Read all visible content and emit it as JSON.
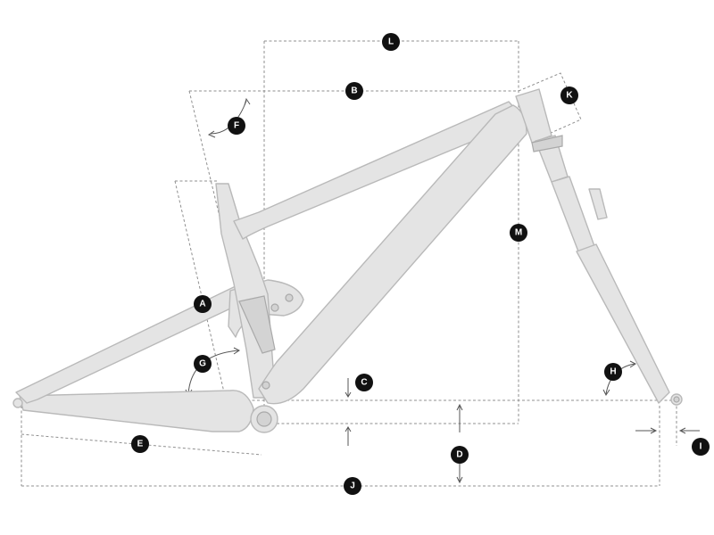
{
  "labels": {
    "A": "A",
    "B": "B",
    "C": "C",
    "D": "D",
    "E": "E",
    "F": "F",
    "G": "G",
    "H": "H",
    "I": "I",
    "J": "J",
    "K": "K",
    "L": "L",
    "M": "M"
  },
  "colors": {
    "frame": "#e4e4e4",
    "outline": "#b9b9b9",
    "dimension_line": "#8f8f8f",
    "badge": "#111111",
    "badge_text": "#ffffff"
  }
}
